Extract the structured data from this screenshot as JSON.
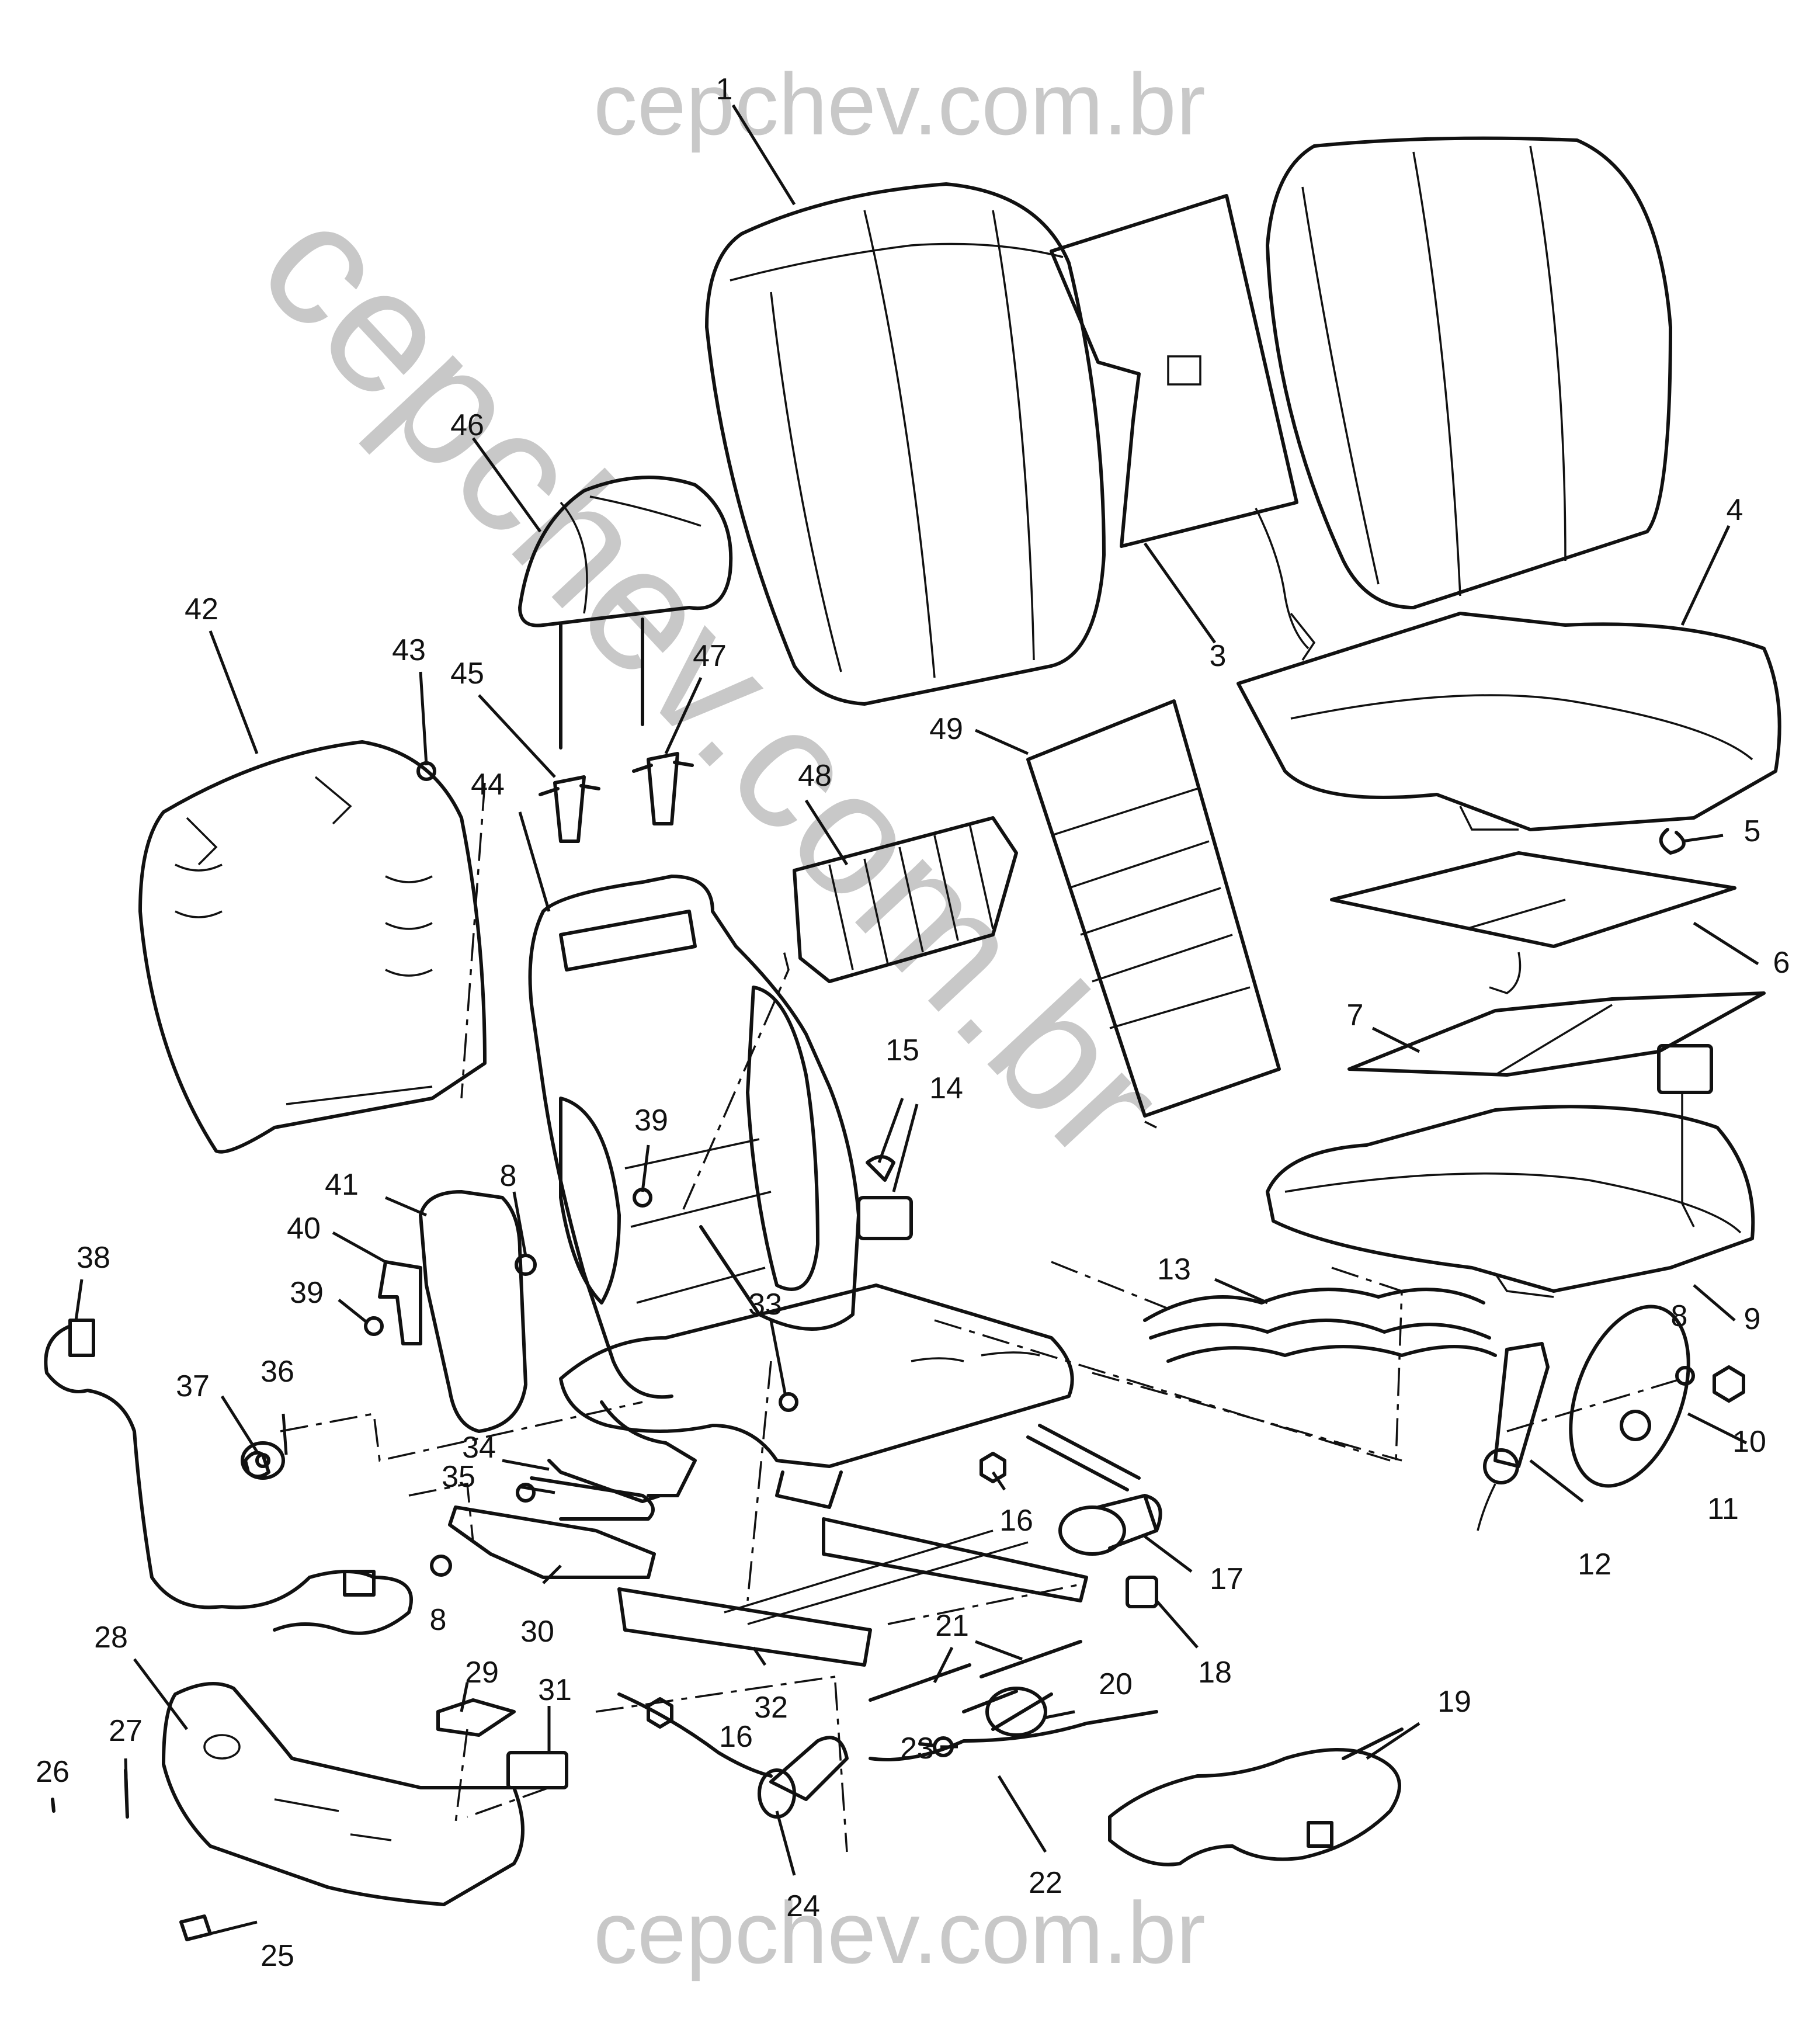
{
  "watermark": {
    "top": "cepchev.com.br",
    "diagonal": "cepchev.com.br",
    "bottom": "cepchev.com.br"
  },
  "callouts": [
    {
      "id": "c1",
      "label": "1"
    },
    {
      "id": "c3",
      "label": "3"
    },
    {
      "id": "c4",
      "label": "4"
    },
    {
      "id": "c5",
      "label": "5"
    },
    {
      "id": "c6",
      "label": "6"
    },
    {
      "id": "c7",
      "label": "7"
    },
    {
      "id": "c8a",
      "label": "8"
    },
    {
      "id": "c8b",
      "label": "8"
    },
    {
      "id": "c8c",
      "label": "8"
    },
    {
      "id": "c9",
      "label": "9"
    },
    {
      "id": "c10",
      "label": "10"
    },
    {
      "id": "c11",
      "label": "11"
    },
    {
      "id": "c12",
      "label": "12"
    },
    {
      "id": "c13",
      "label": "13"
    },
    {
      "id": "c14",
      "label": "14"
    },
    {
      "id": "c15",
      "label": "15"
    },
    {
      "id": "c16a",
      "label": "16"
    },
    {
      "id": "c16b",
      "label": "16"
    },
    {
      "id": "c17",
      "label": "17"
    },
    {
      "id": "c18",
      "label": "18"
    },
    {
      "id": "c19",
      "label": "19"
    },
    {
      "id": "c20",
      "label": "20"
    },
    {
      "id": "c21",
      "label": "21"
    },
    {
      "id": "c22",
      "label": "22"
    },
    {
      "id": "c23",
      "label": "23"
    },
    {
      "id": "c24",
      "label": "24"
    },
    {
      "id": "c25",
      "label": "25"
    },
    {
      "id": "c26",
      "label": "26"
    },
    {
      "id": "c27",
      "label": "27"
    },
    {
      "id": "c28",
      "label": "28"
    },
    {
      "id": "c29",
      "label": "29"
    },
    {
      "id": "c30",
      "label": "30"
    },
    {
      "id": "c31",
      "label": "31"
    },
    {
      "id": "c32",
      "label": "32"
    },
    {
      "id": "c33",
      "label": "33"
    },
    {
      "id": "c34",
      "label": "34"
    },
    {
      "id": "c35",
      "label": "35"
    },
    {
      "id": "c36",
      "label": "36"
    },
    {
      "id": "c37",
      "label": "37"
    },
    {
      "id": "c38",
      "label": "38"
    },
    {
      "id": "c39a",
      "label": "39"
    },
    {
      "id": "c39b",
      "label": "39"
    },
    {
      "id": "c40",
      "label": "40"
    },
    {
      "id": "c41",
      "label": "41"
    },
    {
      "id": "c42",
      "label": "42"
    },
    {
      "id": "c43",
      "label": "43"
    },
    {
      "id": "c44",
      "label": "44"
    },
    {
      "id": "c45",
      "label": "45"
    },
    {
      "id": "c46",
      "label": "46"
    },
    {
      "id": "c47",
      "label": "47"
    },
    {
      "id": "c48",
      "label": "48"
    },
    {
      "id": "c49",
      "label": "49"
    }
  ]
}
